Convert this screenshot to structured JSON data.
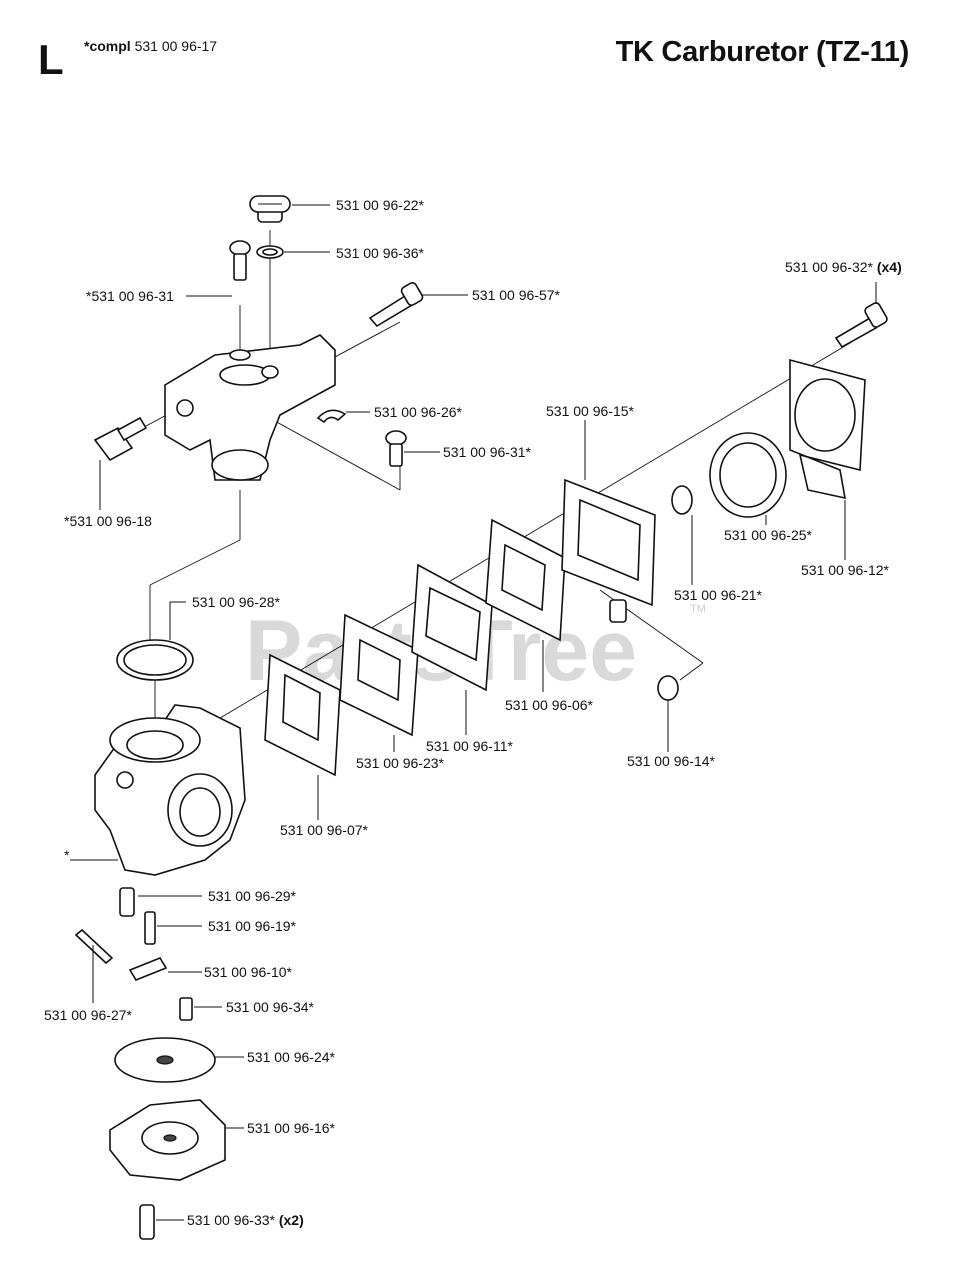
{
  "header": {
    "section_letter": "L",
    "compl_label": "*compl",
    "compl_number": "531 00 96-17",
    "title": "TK Carburetor (TZ-11)"
  },
  "watermark": {
    "text": "PartsTree",
    "trademark": "TM"
  },
  "callouts": {
    "c22": "531 00 96-22*",
    "c36": "531 00 96-36*",
    "c31a": "*531 00 96-31",
    "c57": "531 00 96-57*",
    "c32": "531 00 96-32*",
    "c32_qty": "(x4)",
    "c26": "531 00 96-26*",
    "c15": "531 00 96-15*",
    "c31b": "531 00 96-31*",
    "c18": "*531 00 96-18",
    "c25": "531 00 96-25*",
    "c12": "531 00 96-12*",
    "c21": "531 00 96-21*",
    "c28": "531 00 96-28*",
    "c06": "531 00 96-06*",
    "c14": "531 00 96-14*",
    "c11": "531 00 96-11*",
    "c23": "531 00 96-23*",
    "c07": "531 00 96-07*",
    "cstar": "*",
    "c29": "531 00 96-29*",
    "c19": "531 00 96-19*",
    "c10": "531 00 96-10*",
    "c27": "531 00 96-27*",
    "c34": "531 00 96-34*",
    "c24": "531 00 96-24*",
    "c16": "531 00 96-16*",
    "c33": "531 00 96-33*",
    "c33_qty": "(x2)"
  }
}
